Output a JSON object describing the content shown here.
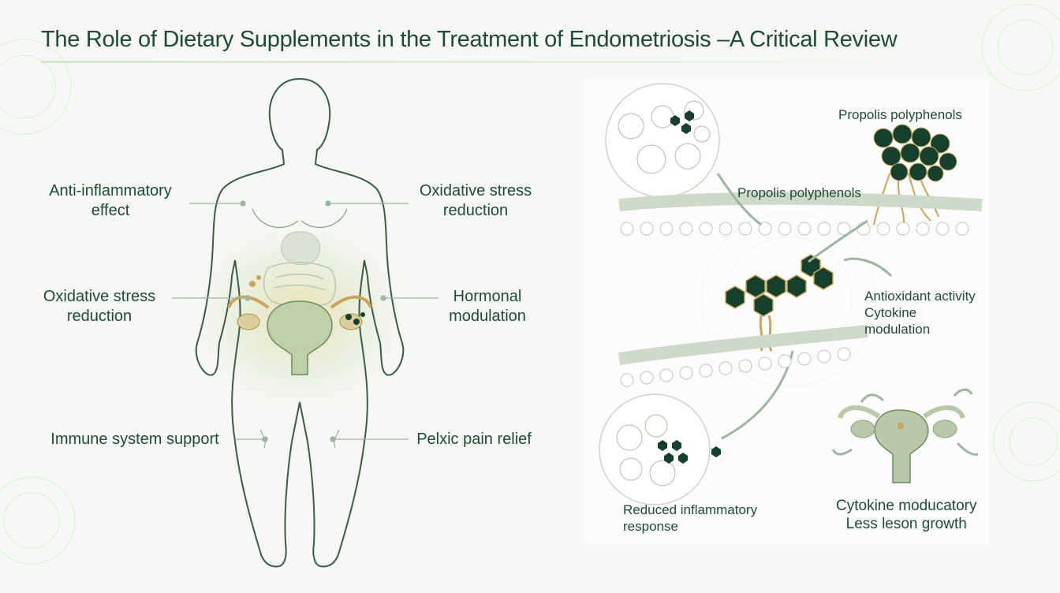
{
  "title": "The Role of Dietary Supplements in the Treatment of Endometriosis –A Critical Review",
  "body_labels": {
    "anti_inflammatory": [
      "Anti-inflammatory",
      "effect"
    ],
    "oxidative_right": [
      "Oxidative stress",
      "reduction"
    ],
    "oxidative_left": [
      "Oxidative stress",
      "reduction"
    ],
    "hormonal": [
      "Hormonal",
      "modulation"
    ],
    "immune": "Immune system support",
    "pelvic": "Pelxic pain relief"
  },
  "mechanism_labels": {
    "propolis_top": "Propolis polyphenols",
    "propolis_mid": "Propolis polyphenols",
    "antioxidant": [
      "Antioxidant activity",
      "Cytokine",
      "modulation"
    ],
    "reduced": [
      "Reduced inflammatory",
      "response"
    ],
    "cytokine": [
      "Cytokine moducatory",
      "Less leson growth"
    ]
  },
  "colors": {
    "primary_green": "#1f4a33",
    "dark_polyphenol": "#17402c",
    "gold": "#c9a45a",
    "membrane": "#cfd9c9",
    "outline": "#3d5b45"
  }
}
